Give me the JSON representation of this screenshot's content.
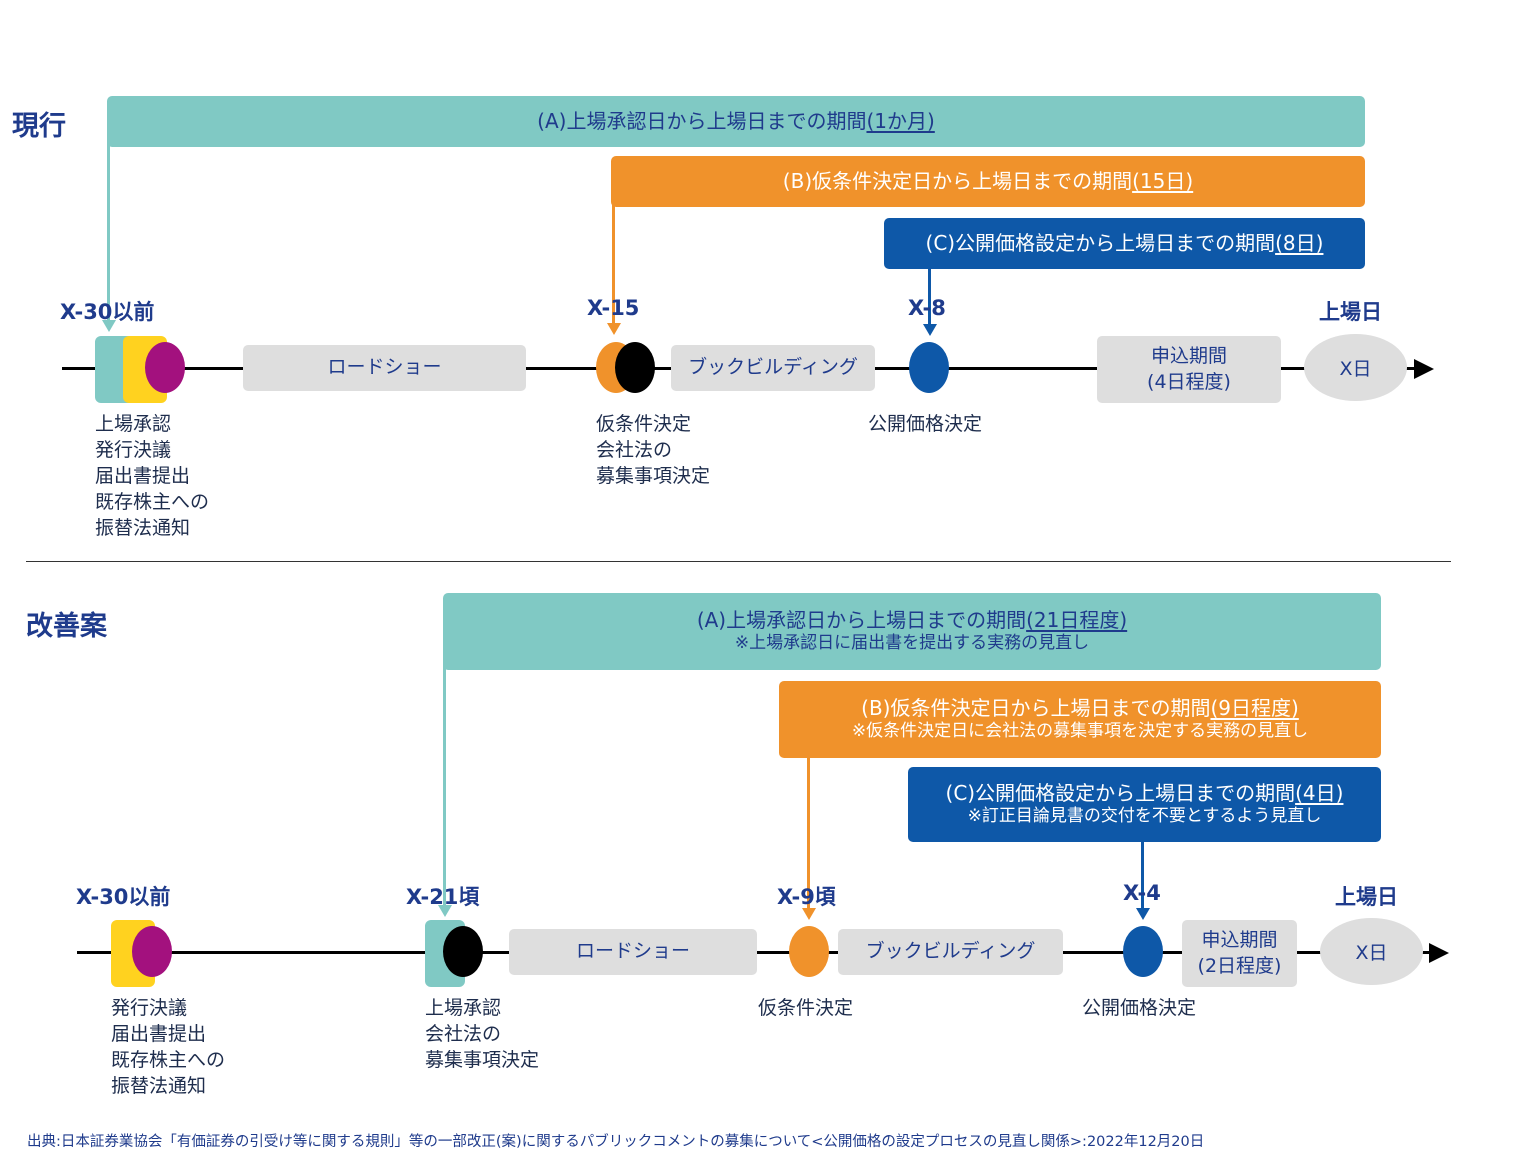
{
  "current": {
    "title": "現行",
    "banner_a": {
      "main": "(A)上場承認日から上場日までの期間",
      "period": "(1か月)"
    },
    "banner_b": {
      "main": "(B)仮条件決定日から上場日までの期間",
      "period": "(15日)"
    },
    "banner_c": {
      "main": "(C)公開価格設定から上場日までの期間",
      "period": "(8日)"
    },
    "markers": {
      "m1": "X-30以前",
      "m2": "X-15",
      "m3": "X-8",
      "m4": "上場日"
    },
    "phases": {
      "roadshow": "ロードショー",
      "bookbuilding": "ブックビルディング",
      "application_line1": "申込期間",
      "application_line2": "(4日程度)",
      "xday": "X日"
    },
    "events": {
      "e1": [
        "上場承認",
        "発行決議",
        "届出書提出",
        "既存株主への",
        "振替法通知"
      ],
      "e2": [
        "仮条件決定",
        "会社法の",
        "募集事項決定"
      ],
      "e3": [
        "公開価格決定"
      ]
    }
  },
  "proposal": {
    "title": "改善案",
    "banner_a": {
      "main": "(A)上場承認日から上場日までの期間",
      "period": "(21日程度)",
      "note": "※上場承認日に届出書を提出する実務の見直し"
    },
    "banner_b": {
      "main": "(B)仮条件決定日から上場日までの期間",
      "period": "(9日程度)",
      "note": "※仮条件決定日に会社法の募集事項を決定する実務の見直し"
    },
    "banner_c": {
      "main": "(C)公開価格設定から上場日までの期間",
      "period": "(4日)",
      "note": "※訂正目論見書の交付を不要とするよう見直し"
    },
    "markers": {
      "m1": "X-30以前",
      "m2": "X-21頃",
      "m3": "X-9頃",
      "m4": "X-4",
      "m5": "上場日"
    },
    "phases": {
      "roadshow": "ロードショー",
      "bookbuilding": "ブックビルディング",
      "application_line1": "申込期間",
      "application_line2": "(2日程度)",
      "xday": "X日"
    },
    "events": {
      "e1": [
        "発行決議",
        "届出書提出",
        "既存株主への",
        "振替法通知"
      ],
      "e2": [
        "上場承認",
        "会社法の",
        "募集事項決定"
      ],
      "e3": [
        "仮条件決定"
      ],
      "e4": [
        "公開価格決定"
      ]
    }
  },
  "source": "出典:日本証券業協会「有価証券の引受け等に関する規則」等の一部改正(案)に関するパブリックコメントの募集について<公開価格の設定プロセスの見直し関係>:2022年12月20日",
  "colors": {
    "teal": "#80c9c4",
    "yellow": "#ffd21f",
    "purple": "#a3117e",
    "orange": "#f0922b",
    "black": "#000000",
    "blue": "#0e58a8",
    "navy": "#1f3b8c",
    "gray": "#dedede"
  }
}
